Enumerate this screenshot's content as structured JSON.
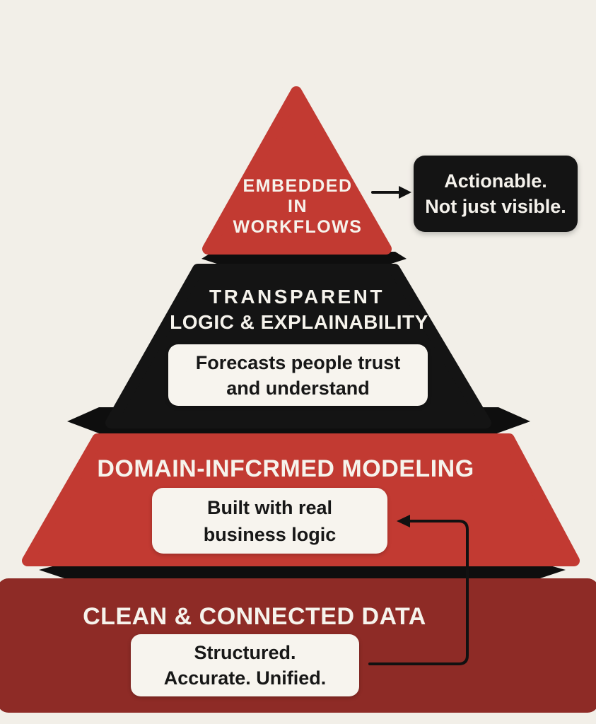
{
  "title": "AI forecasting pyramid diagram",
  "colors": {
    "background": "#F2EFE8",
    "red": "#C23A32",
    "maroon": "#8E2B26",
    "black": "#141414",
    "shadow_black": "#0E0E0E",
    "card_background": "#F7F4EE",
    "heading_text": "#F6F3EC",
    "card_text": "#171717",
    "arrow": "#111111"
  },
  "pyramid": {
    "levels": [
      {
        "id": "embedded-in-workflows",
        "shape": "triangle",
        "color_key": "red",
        "heading_lines": [
          "EMBEDDED",
          "IN",
          "WORKFLOWS"
        ]
      },
      {
        "id": "transparent-logic-explainability",
        "shape": "trapezoid",
        "color_key": "black",
        "heading_lines": [
          "TRANSPARENT",
          "LOGIC & EXPLAINABILITY"
        ],
        "card_lines": [
          "Forecasts people trust",
          "and understand"
        ]
      },
      {
        "id": "domain-informed-modeling",
        "shape": "trapezoid",
        "color_key": "red",
        "heading_lines": [
          "DOMAIN-INFCRMED MODELING"
        ],
        "card_lines": [
          "Built with real",
          "business logic"
        ]
      },
      {
        "id": "clean-connected-data",
        "shape": "block",
        "color_key": "maroon",
        "heading_lines": [
          "CLEAN & CONNECTED DATA"
        ],
        "card_lines": [
          "Structured.",
          "Accurate. Unified."
        ]
      }
    ]
  },
  "callout": {
    "lines": [
      "Actionable.",
      "Not just visible."
    ],
    "points_from": "embedded-in-workflows"
  },
  "connector": {
    "from": "clean-connected-data card",
    "to": "domain-informed-modeling card"
  }
}
